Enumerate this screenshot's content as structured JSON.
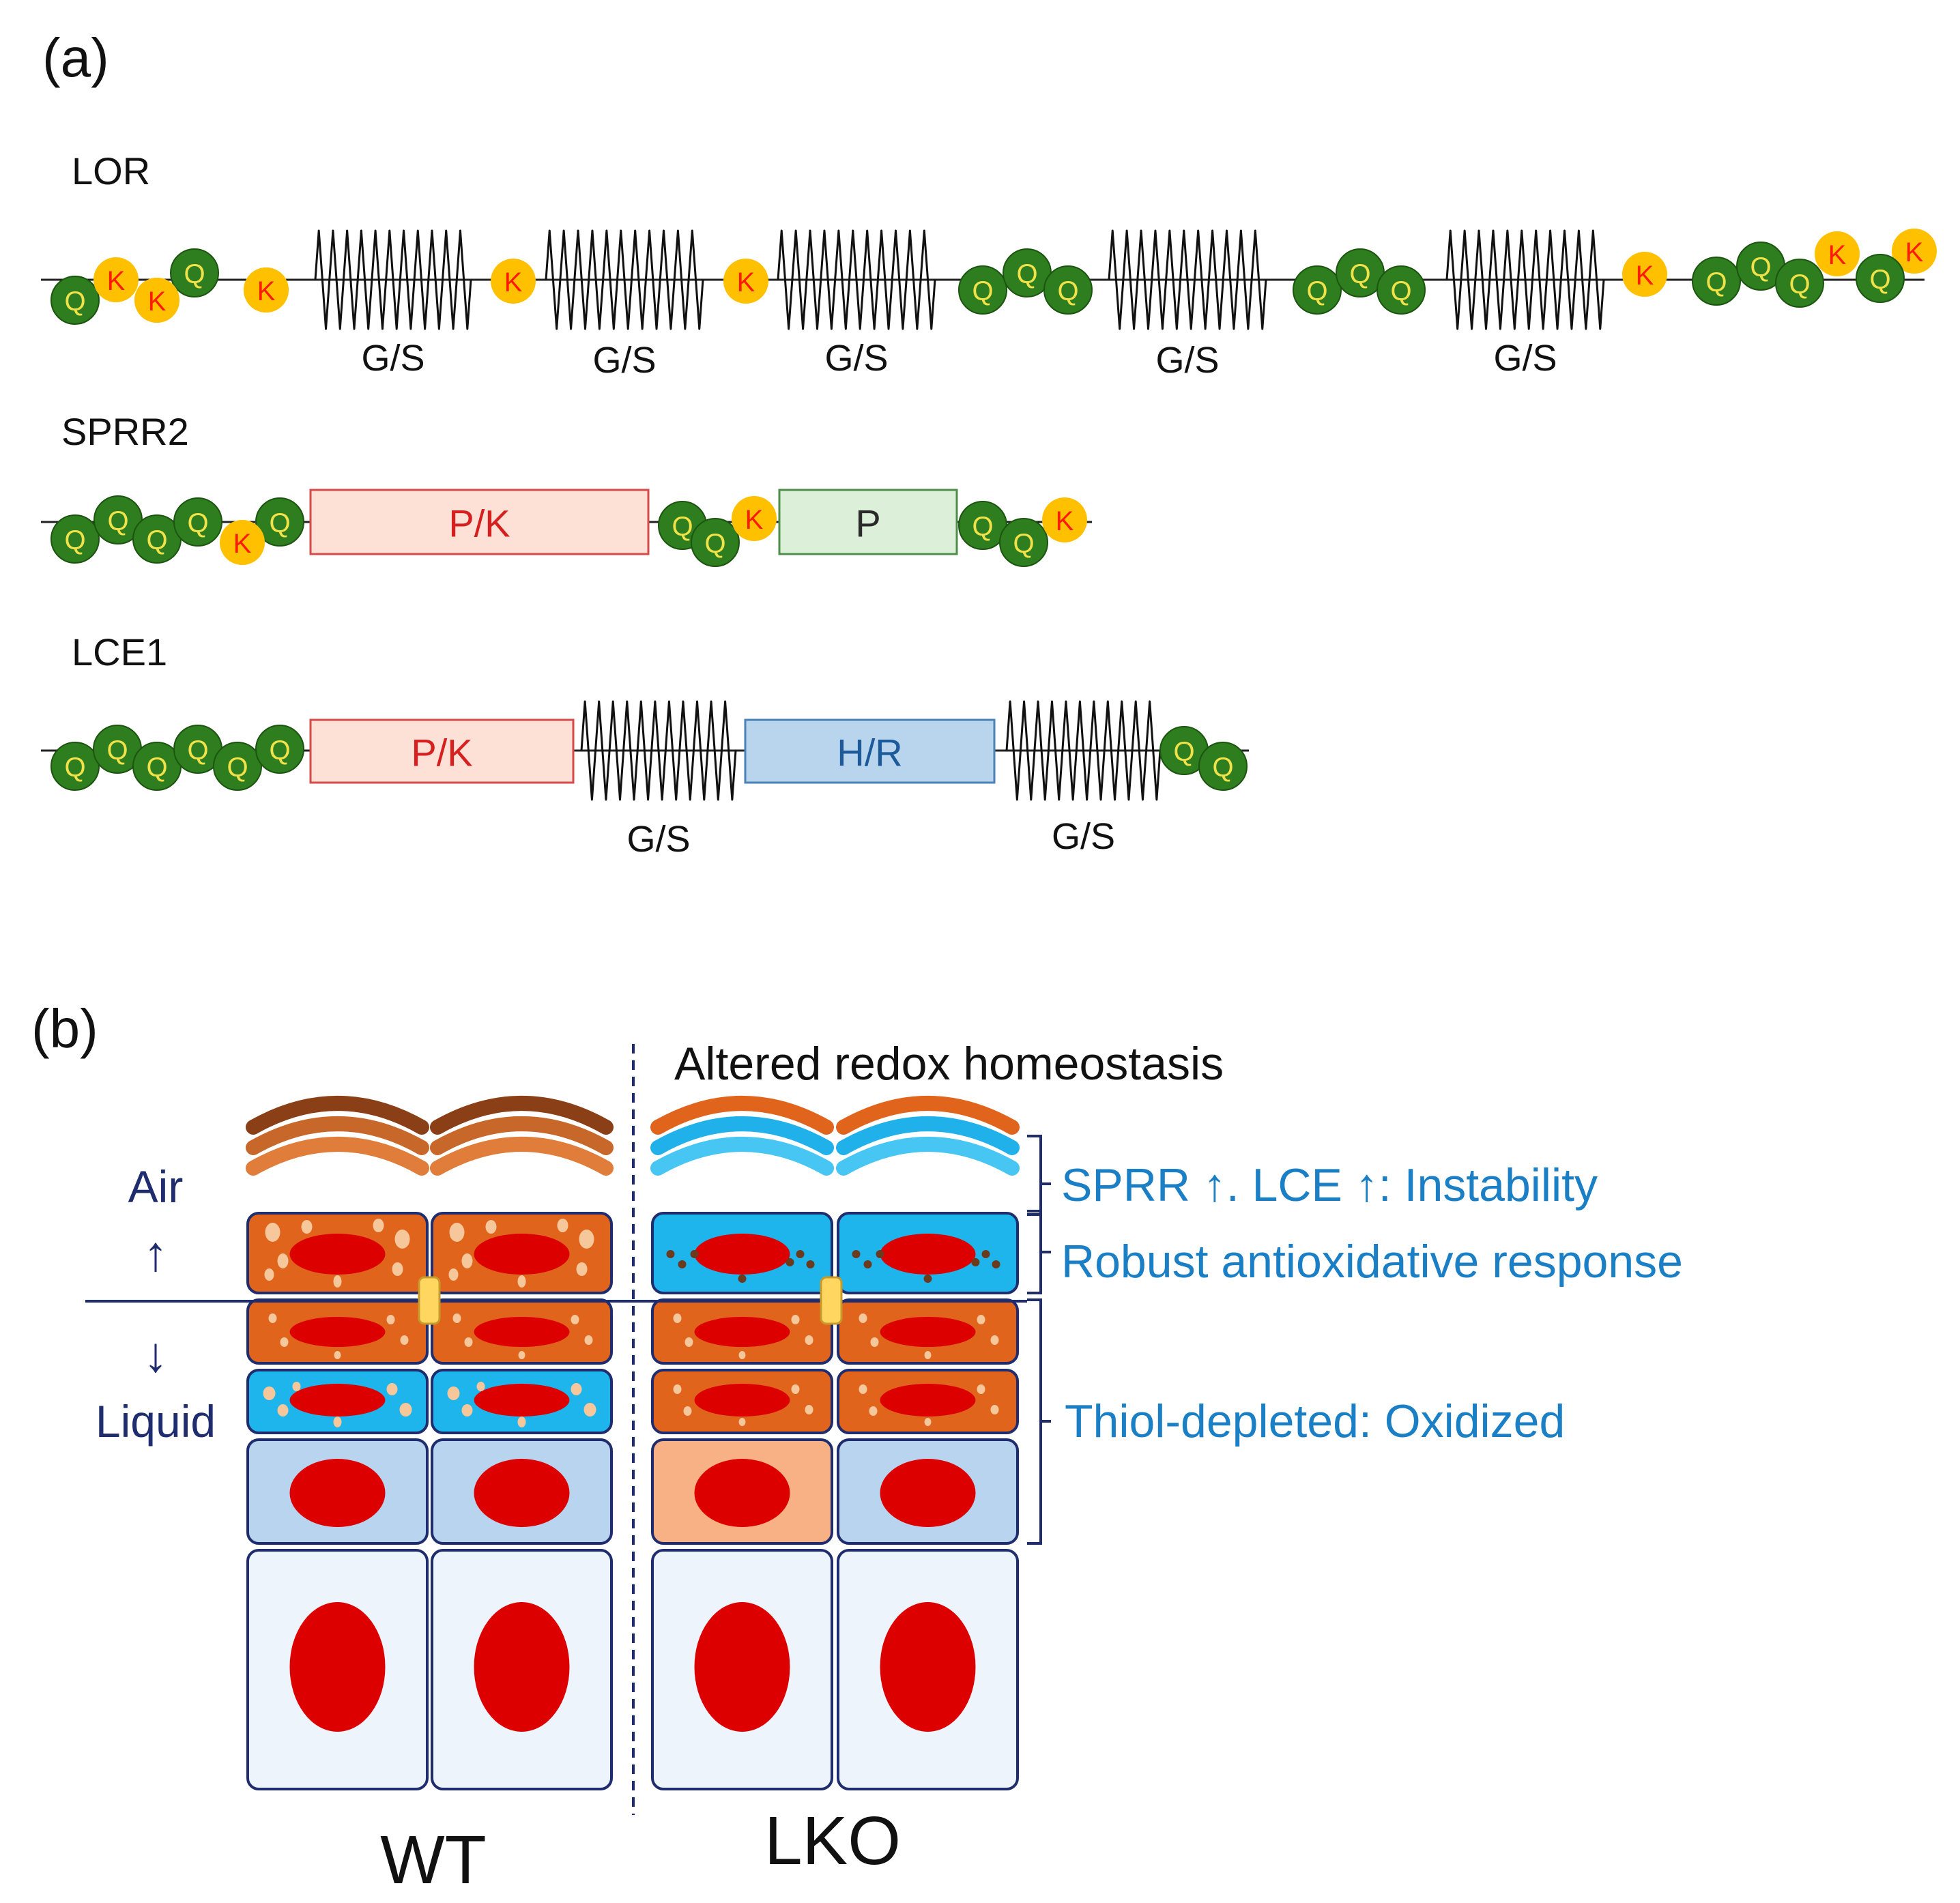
{
  "panel_a": {
    "label": "(a)",
    "residue_labels": {
      "q": "Q",
      "k": "K"
    },
    "spring_label": "G/S",
    "proteins": [
      {
        "name": "LOR",
        "domains": []
      },
      {
        "name": "SPRR2",
        "domains": [
          {
            "kind": "pk",
            "label": "P/K"
          },
          {
            "kind": "p",
            "label": "P"
          }
        ]
      },
      {
        "name": "LCE1",
        "domains": [
          {
            "kind": "pk",
            "label": "P/K"
          },
          {
            "kind": "hr",
            "label": "H/R"
          }
        ]
      }
    ]
  },
  "panel_b": {
    "label": "(b)",
    "header": "Altered redox homeostasis",
    "air": "Air",
    "liquid": "Liquid",
    "up_arrow": "↑",
    "down_arrow": "↓",
    "annotations": [
      "SPRR ↑. LCE ↑: Instability",
      "Robust antioxidative response",
      "Thiol-depleted: Oxidized"
    ],
    "groups": [
      "WT",
      "LKO"
    ]
  },
  "colors": {
    "q_fill": "#2e7d1e",
    "q_text": "#f2e24a",
    "k_fill": "#ffc000",
    "k_text": "#ff1a00",
    "pk_fill": "#fde0d6",
    "pk_stroke": "#d64a4a",
    "pk_text": "#d62020",
    "p_fill": "#dcefd8",
    "p_stroke": "#4e8e4a",
    "p_text": "#2a2a2a",
    "hr_fill": "#b9d5ee",
    "hr_stroke": "#4a82b8",
    "hr_text": "#1d5a9a",
    "orange_cell": "#e0641c",
    "blue_cell": "#1eb5ec",
    "pale_blue_cell": "#b8d4ee",
    "very_pale_cell": "#edf4fb",
    "peach_cell": "#f7b184",
    "nucleus": "#dd0000",
    "granule": "#f5c79a",
    "dark_granule": "#6b3a1f",
    "junction": "#ffd760",
    "annotation_text": "#1a7fc4",
    "navy": "#1f2d6e"
  }
}
